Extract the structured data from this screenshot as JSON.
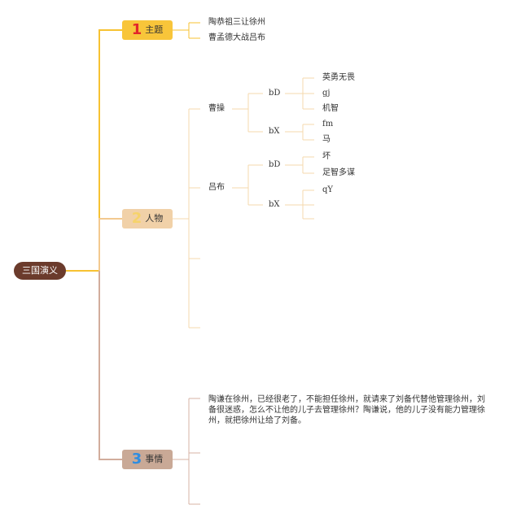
{
  "root": "三国演义",
  "branches": [
    {
      "num": "1",
      "label": "主题"
    },
    {
      "num": "2",
      "label": "人物"
    },
    {
      "num": "3",
      "label": "事情"
    }
  ],
  "themes": [
    "陶恭祖三让徐州",
    "曹孟德大战吕布"
  ],
  "people": [
    {
      "name": "曹操",
      "groups": [
        {
          "key": "bD",
          "items": [
            "英勇无畏",
            "gj",
            "机智"
          ]
        },
        {
          "key": "bX",
          "items": [
            "fm",
            "马"
          ]
        }
      ]
    },
    {
      "name": "吕布",
      "groups": [
        {
          "key": "bD",
          "items": [
            "坏",
            "足智多谋"
          ]
        },
        {
          "key": "bX",
          "items": [
            "qY",
            "",
            ""
          ]
        }
      ]
    }
  ],
  "event_text": "陶谦在徐州，已经很老了，不能担任徐州，就请来了刘备代替他管理徐州，刘备很迷惑，怎么不让他的儿子去管理徐州？陶谦说，他的儿子没有能力管理徐州，就把徐州让给了刘备。",
  "colors": {
    "theme_line": "#f7c232",
    "people_line": "#f5d8ac",
    "event_line": "#d7b3a4",
    "root_fill": "#6b3b2c"
  }
}
